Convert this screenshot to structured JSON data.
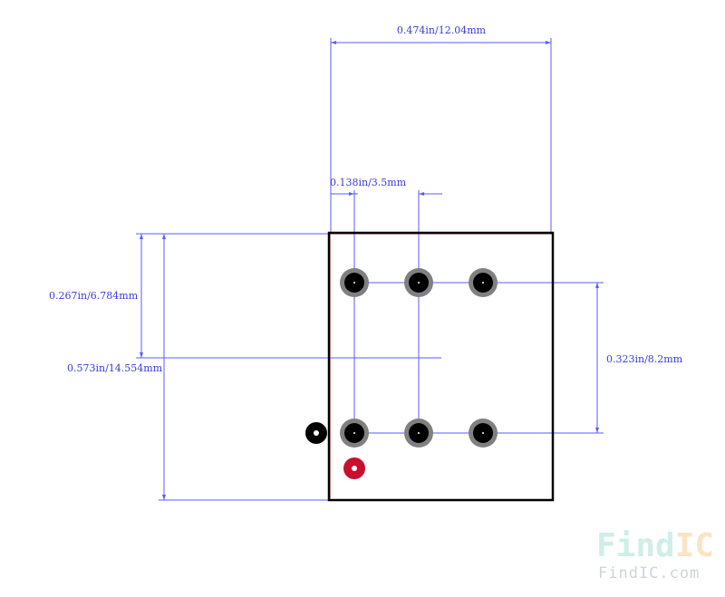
{
  "dimensions": {
    "overall_width": "0.474in/12.04mm",
    "pad_pitch": "0.138in/3.5mm",
    "row_offset": "0.267in/6.784mm",
    "overall_height": "0.573in/14.554mm",
    "row_spacing": "0.323in/8.2mm"
  },
  "watermark": {
    "logo_find": "Find",
    "logo_ic": "IC",
    "site": "FindIC.com",
    "colors": {
      "find": "#cfeee8",
      "ic": "#fbe3c4"
    }
  },
  "markers": {
    "pin1_marker_color": "#000000",
    "origin_marker_color": "#c8102e"
  }
}
